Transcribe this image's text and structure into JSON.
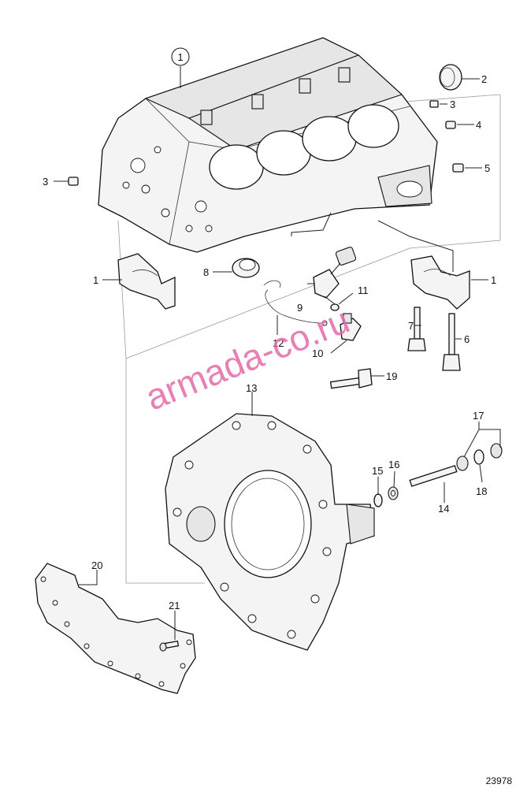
{
  "callouts": {
    "c1": "1",
    "c2": "2",
    "c3": "3",
    "c3b": "3",
    "c4": "4",
    "c5": "5",
    "c1b": "1",
    "c1c": "1",
    "c6": "6",
    "c7": "7",
    "c8": "8",
    "c9": "9",
    "c10": "10",
    "c11": "11",
    "c12": "12",
    "c13": "13",
    "c14": "14",
    "c15": "15",
    "c16": "16",
    "c17": "17",
    "c18": "18",
    "c19": "19",
    "c20": "20",
    "c21": "21"
  },
  "watermark": "armada-co.ru",
  "figure_number": "23978"
}
